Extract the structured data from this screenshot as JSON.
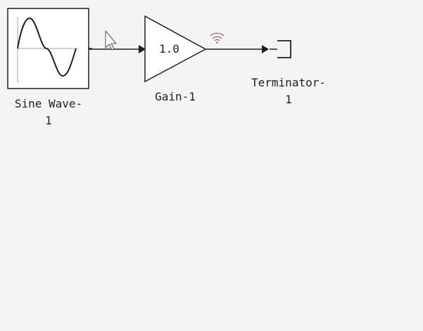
{
  "canvas": {
    "background": "#f4f4f4"
  },
  "blocks": {
    "sine_wave": {
      "label": "Sine Wave-\n1",
      "icon": "sine-wave-icon"
    },
    "gain": {
      "label": "Gain-1",
      "value": "1.0",
      "icon": "gain-triangle-icon"
    },
    "terminator": {
      "label": "Terminator-\n1",
      "icon": "terminator-icon"
    }
  },
  "signal_indicator": {
    "icon": "signal-broadcast-icon",
    "color": "#9a6b6b"
  },
  "cursor": {
    "icon": "mouse-pointer-icon"
  },
  "colors": {
    "stroke": "#1e1e1e",
    "block_fill": "#ffffff",
    "axis": "#bdbdbd"
  }
}
